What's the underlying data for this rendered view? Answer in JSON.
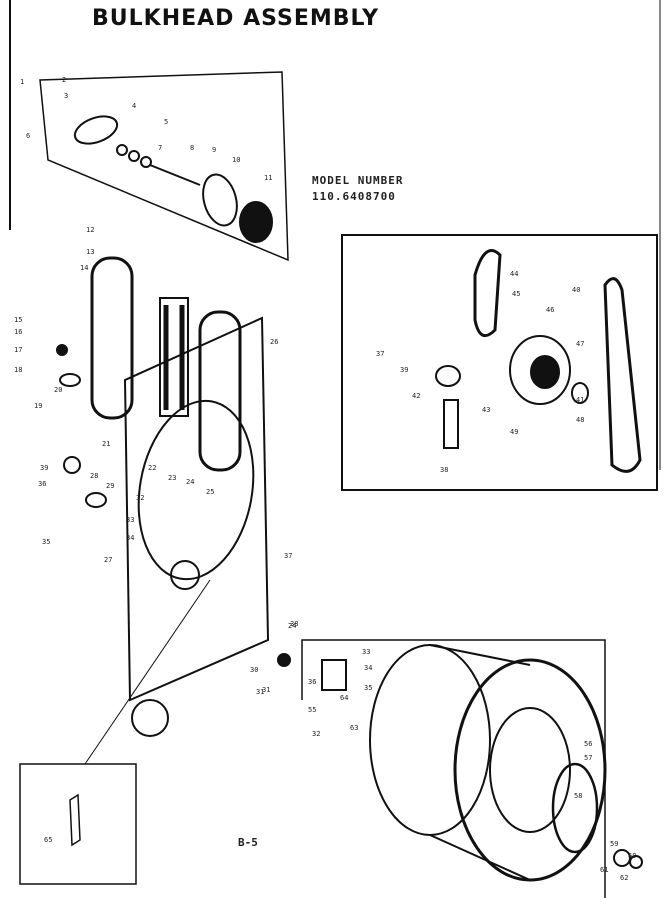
{
  "header": {
    "title": "BULKHEAD ASSEMBLY",
    "model_label": "MODEL NUMBER",
    "model_number": "110.6408700"
  },
  "footer": {
    "page": "B-5"
  },
  "colors": {
    "ink": "#111111",
    "paper": "#ffffff"
  },
  "callouts": {
    "upper_left": [
      "1",
      "2",
      "3",
      "4",
      "5",
      "6",
      "7",
      "8",
      "9",
      "10",
      "11"
    ],
    "left_middle": [
      "12",
      "13",
      "14",
      "15",
      "16",
      "17",
      "18",
      "19",
      "20",
      "21",
      "22",
      "23",
      "24",
      "25",
      "26"
    ],
    "bulkhead": [
      "27",
      "28",
      "29",
      "30",
      "31",
      "32",
      "33",
      "34",
      "35",
      "36",
      "37",
      "38",
      "39"
    ],
    "motor_box": [
      "37",
      "38",
      "39",
      "40",
      "41",
      "42",
      "43",
      "44",
      "45",
      "46",
      "47",
      "48",
      "49"
    ],
    "drum": [
      "24",
      "31",
      "32",
      "33",
      "34",
      "35",
      "36",
      "55",
      "56",
      "57",
      "58",
      "59",
      "60",
      "61",
      "62",
      "63",
      "64"
    ],
    "inset": [
      "65"
    ]
  }
}
